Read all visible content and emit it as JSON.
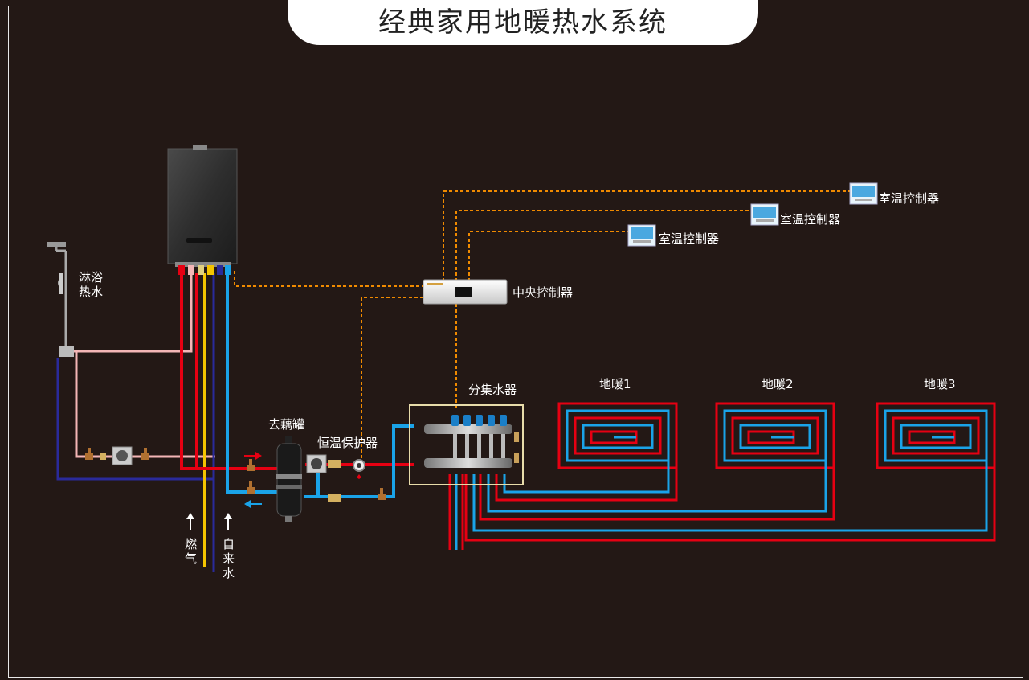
{
  "title": "经典家用地暖热水系统",
  "labels": {
    "shower_line1": "淋浴",
    "shower_line2": "热水",
    "gas_line1": "燃",
    "gas_line2": "气",
    "water_line1": "自",
    "water_line2": "来",
    "water_line3": "水",
    "degasser": "去藕罐",
    "thermo_protector": "恒温保护器",
    "manifold": "分集水器",
    "central_controller": "中央控制器",
    "room_controller_1": "室温控制器",
    "room_controller_2": "室温控制器",
    "room_controller_3": "室温控制器",
    "floor_heat_1": "地暖1",
    "floor_heat_2": "地暖2",
    "floor_heat_3": "地暖3"
  },
  "colors": {
    "background": "#231815",
    "hot_supply": "#e60012",
    "cold_return": "#1aa3e8",
    "gas": "#f5c400",
    "tap_water": "#2a2a9a",
    "domestic_hot": "#f4b6b6",
    "control_wire": "#f08a00",
    "manifold_box": "#e8dcaa"
  },
  "icons": [
    "boiler-icon",
    "shower-icon",
    "degasser-tank-icon",
    "pump-icon",
    "valve-icon",
    "thermostat-icon",
    "controller-icon",
    "manifold-icon",
    "arrow-icon"
  ]
}
